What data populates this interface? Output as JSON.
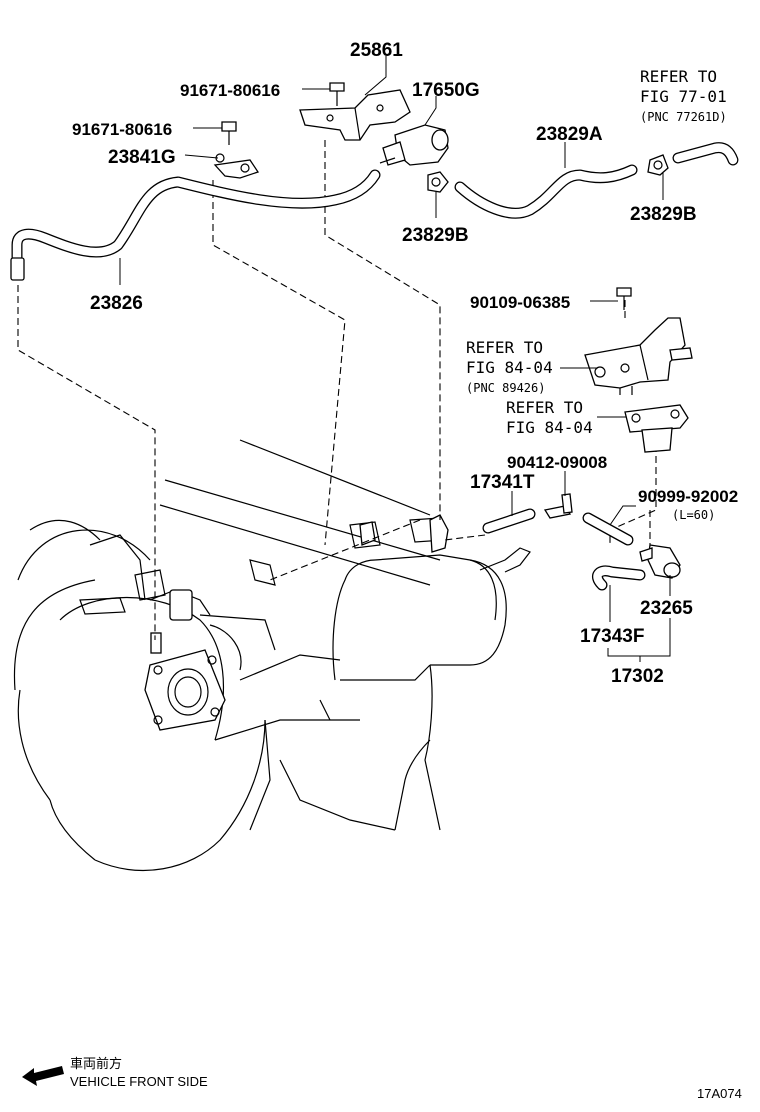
{
  "labels": {
    "p25861": "25861",
    "p91671a": "91671-80616",
    "p17650g": "17650G",
    "p91671b": "91671-80616",
    "p23841g": "23841G",
    "p23829a": "23829A",
    "p23829b_left": "23829B",
    "p23829b_right": "23829B",
    "p23826": "23826",
    "p90109": "90109-06385",
    "p90412": "90412-09008",
    "p17341t": "17341T",
    "p90999": "90999-92002",
    "p90999_len": "(L=60)",
    "p23265": "23265",
    "p17343f": "17343F",
    "p17302": "17302"
  },
  "refs": {
    "fig77": {
      "line1": "REFER TO",
      "line2": "FIG 77-01",
      "line3": "(PNC 77261D)"
    },
    "fig84a": {
      "line1": "REFER TO",
      "line2": "FIG 84-04",
      "line3": "(PNC 89426)"
    },
    "fig84b": {
      "line1": "REFER TO",
      "line2": "FIG 84-04"
    }
  },
  "footer": {
    "front_jp": "車両前方",
    "front_en": "VEHICLE FRONT SIDE",
    "arrow_icon": "arrow-left-icon",
    "figure_code": "17A074"
  }
}
